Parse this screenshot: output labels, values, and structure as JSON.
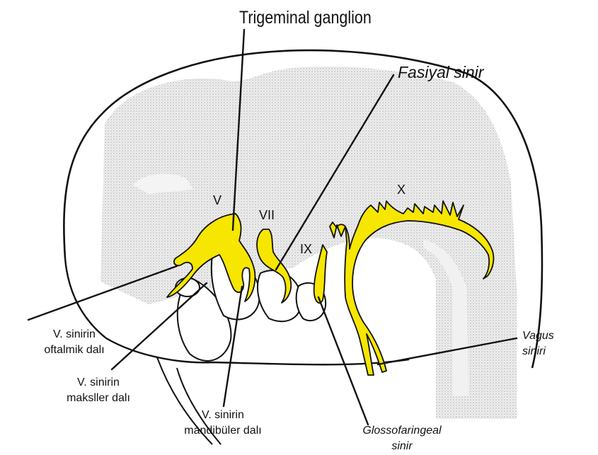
{
  "labels": {
    "trigeminal_ganglion": "Trigeminal ganglion",
    "fasiyal_sinir": "Fasiyal sinir",
    "roman_v": "V",
    "roman_vii": "VII",
    "roman_ix": "IX",
    "roman_x": "X",
    "vagus": [
      "Vagus",
      "siniri"
    ],
    "oftalmik": [
      "V. sinirin",
      "oftalmik dalı"
    ],
    "maksiller": [
      "V. sinirin",
      "maksller dalı"
    ],
    "mandibuler": [
      "V. sinirin",
      "mandibüler dalı"
    ],
    "glossofaringeal": [
      "Glossofaringeal",
      "sinir"
    ]
  },
  "colors": {
    "nerve_fill": "#f6e600",
    "stipple_bg": "#eeeeee",
    "stipple_dot": "#a9a9a9",
    "outline": "#111111"
  }
}
